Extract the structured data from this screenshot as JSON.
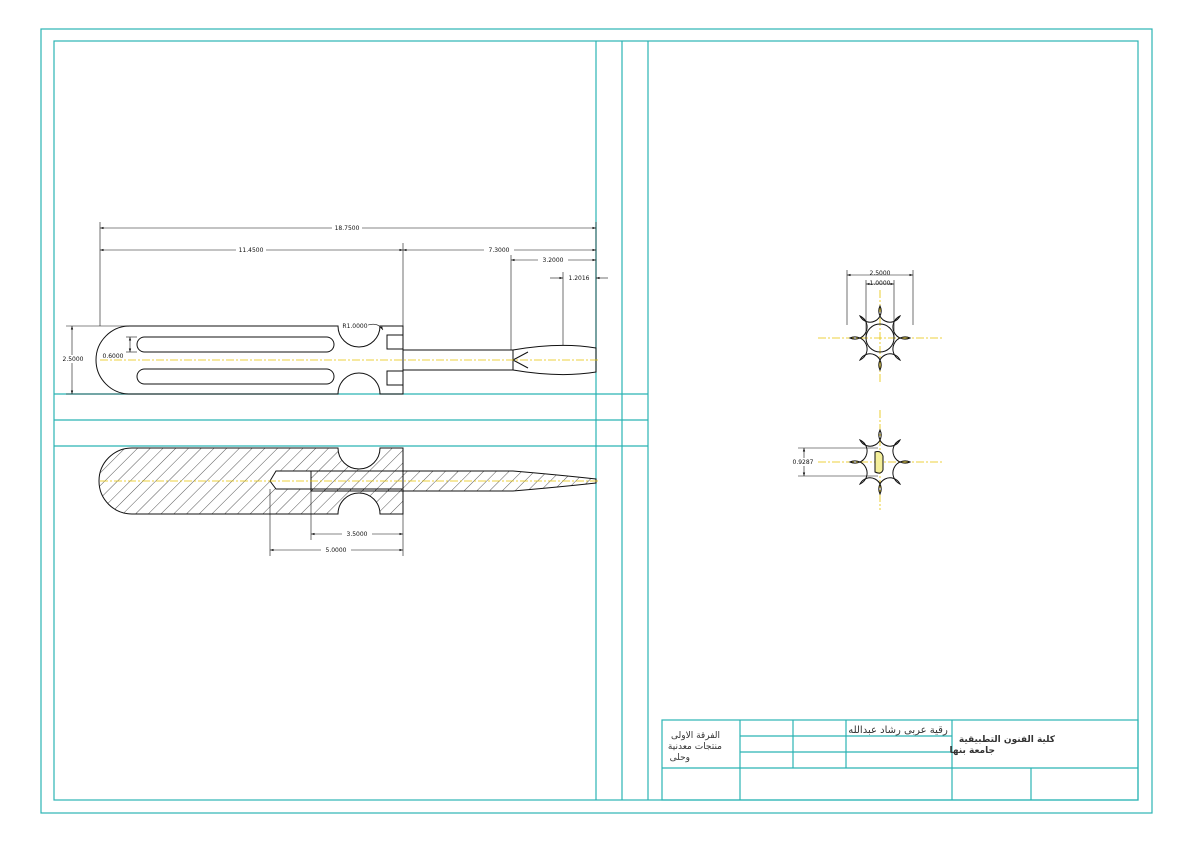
{
  "dimensions": {
    "overall_length": "18.7500",
    "handle_length": "11.4500",
    "shaft_length": "7.3000",
    "tip_length": "3.2000",
    "tip_offset": "1.2016",
    "slot_radius": "R1.0000",
    "handle_width": "2.5000",
    "slot_width": "0.6000",
    "bore_depth_inner": "3.5000",
    "bore_depth_outer": "5.0000",
    "end_outer_dia": "2.5000",
    "end_inner_dia": "1.0000",
    "tip_thickness": "0.9287"
  },
  "title_block": {
    "student_name": "رقية عربى رشاد عبدالله",
    "group_line1": "الفرقة الاولى",
    "group_line2": "منتجات معدنية",
    "group_line3": "وحلى",
    "faculty_line1": "كلية الفنون التطبيقية",
    "faculty_line2": "جامعة بنها"
  }
}
